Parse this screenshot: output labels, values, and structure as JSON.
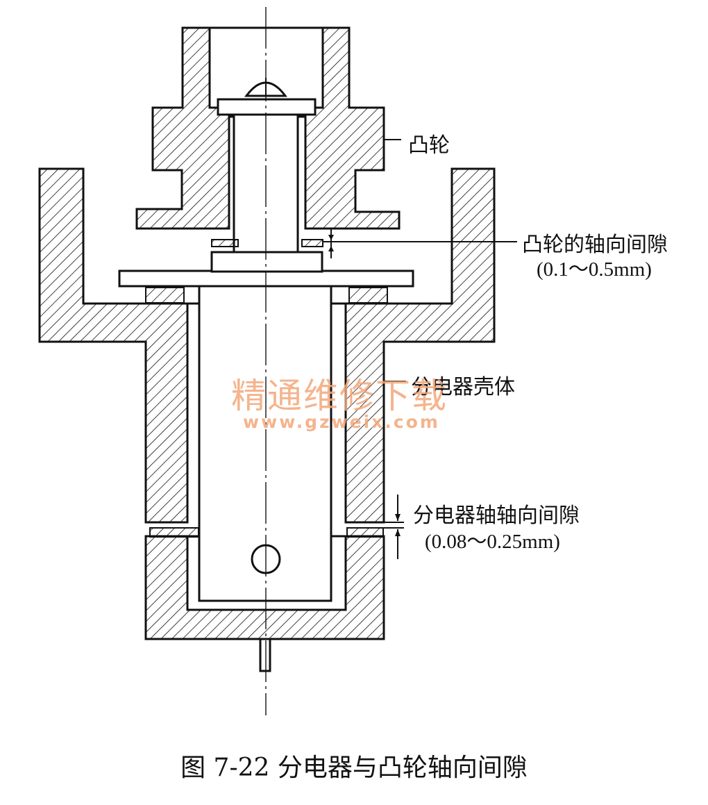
{
  "labels": {
    "cam": "凸轮",
    "cam_axial_gap": "凸轮的轴向间隙",
    "cam_axial_gap_range": "(0.1～0.5mm)",
    "housing": "分电器壳体",
    "shaft_axial_gap": "分电器轴轴向间隙",
    "shaft_axial_gap_range": "(0.08～0.25mm)"
  },
  "caption": "图 7-22    分电器与凸轮轴向间隙",
  "watermark": {
    "text": "精通维修下载",
    "url": "www.gzweix.com"
  },
  "colors": {
    "line": "#111111",
    "hatch": "#111111",
    "watermark": "#f3a77a",
    "background": "#ffffff"
  }
}
